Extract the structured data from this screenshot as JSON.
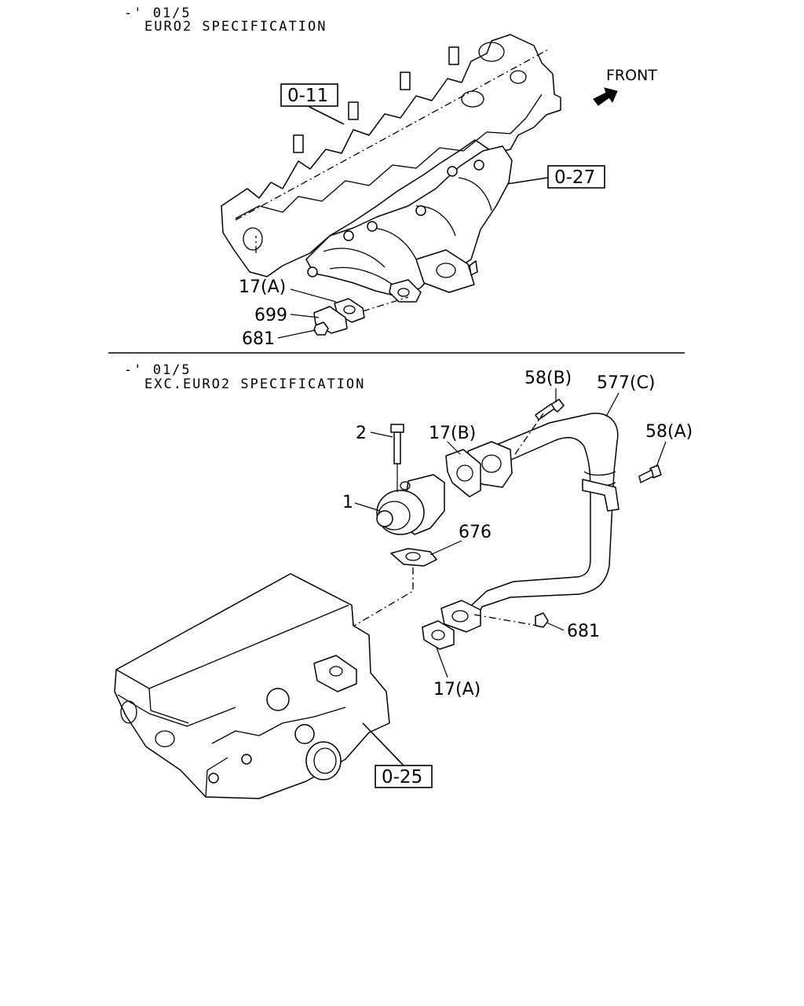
{
  "sections": {
    "top": {
      "date": "-' 01/5",
      "spec": "EURO2 SPECIFICATION"
    },
    "bottom": {
      "date": "-' 01/5",
      "spec": "EXC.EURO2 SPECIFICATION"
    }
  },
  "direction": {
    "label": "FRONT"
  },
  "ref_boxes": {
    "r011": "0-11",
    "r027": "0-27",
    "r025": "0-25"
  },
  "callouts": {
    "c17a_top": "17(A)",
    "c699": "699",
    "c681_top": "681",
    "c58b": "58(B)",
    "c577c": "577(C)",
    "c58a": "58(A)",
    "c2": "2",
    "c17b": "17(B)",
    "c1": "1",
    "c676": "676",
    "c681_bot": "681",
    "c17a_bot": "17(A)"
  }
}
